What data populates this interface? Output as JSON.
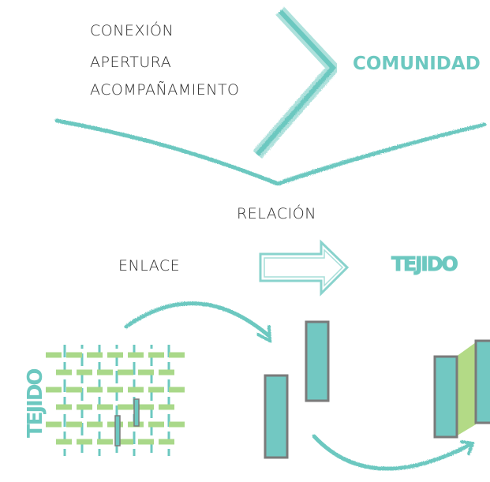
{
  "labels": {
    "conexion": "CONEXIÓN",
    "apertura": "APERTURA",
    "acompanamiento": "ACOMPAÑAMIENTO",
    "comunidad": "COMUNIDAD",
    "relacion": "RELACIÓN",
    "enlace": "ENLACE",
    "tejido_title": "TEJIDO",
    "tejido_side": "TEJIDO"
  },
  "colors": {
    "teal": "#6cc8c0",
    "green": "#a9d889",
    "text": "#2b2b2b",
    "block_teal": "#72c8c2",
    "block_green": "#b3da86",
    "outline": "#7a7a7a"
  },
  "icons": {
    "chevron": "angle-bracket-icon",
    "arrow": "outline-arrow-icon",
    "weave": "woven-fabric-icon",
    "blocks": "panel-blocks-icon"
  }
}
